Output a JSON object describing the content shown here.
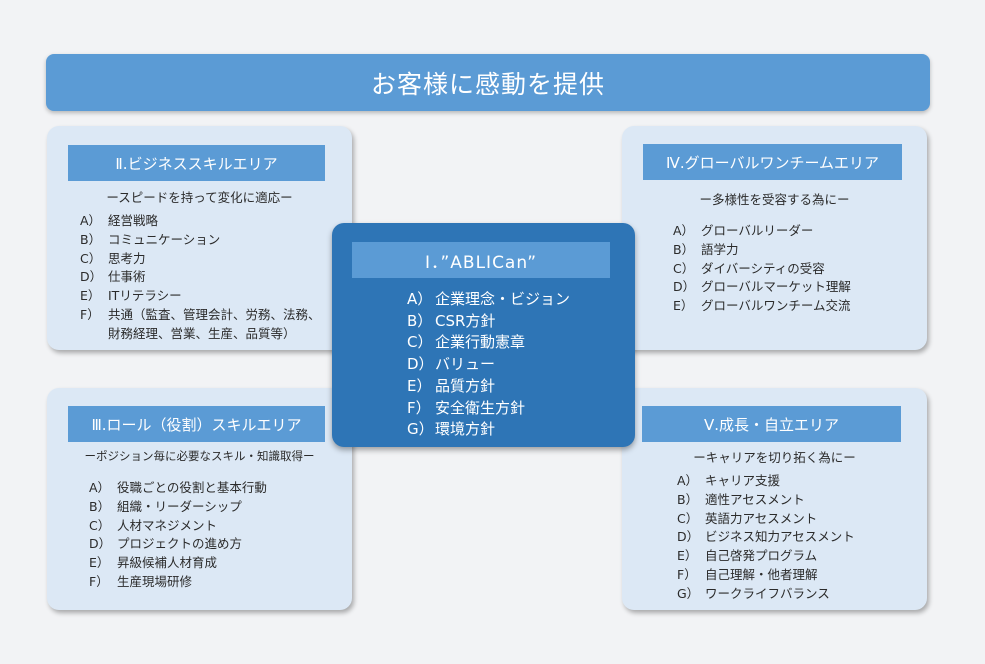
{
  "banner": {
    "title": "お客様に感動を提供"
  },
  "center": {
    "title": "Ⅰ．”ABLICan”",
    "items": [
      {
        "marker": "A）",
        "text": "企業理念・ビジョン"
      },
      {
        "marker": "B）",
        "text": "CSR方針"
      },
      {
        "marker": "C）",
        "text": "企業行動憲章"
      },
      {
        "marker": "D）",
        "text": "バリュー"
      },
      {
        "marker": "E）",
        "text": "品質方針"
      },
      {
        "marker": "F）",
        "text": "安全衛生方針"
      },
      {
        "marker": "G）",
        "text": "環境方針"
      }
    ]
  },
  "cards": [
    {
      "id": "card-2",
      "title": "Ⅱ.ビジネススキルエリア",
      "subtitle": "ースピードを持って変化に適応ー",
      "items": [
        {
          "marker": "A）",
          "text": "経営戦略"
        },
        {
          "marker": "B）",
          "text": "コミュニケーション"
        },
        {
          "marker": "C）",
          "text": "思考力"
        },
        {
          "marker": "D）",
          "text": "仕事術"
        },
        {
          "marker": "E）",
          "text": "ITリテラシー"
        },
        {
          "marker": "F）",
          "text": "共通（監査、管理会計、労務、法務、"
        },
        {
          "marker": "",
          "text": "財務経理、営業、生産、品質等）"
        }
      ]
    },
    {
      "id": "card-3",
      "title": "Ⅲ.ロール（役割）スキルエリア",
      "subtitle": "ーポジション毎に必要なスキル・知識取得ー",
      "items": [
        {
          "marker": "A）",
          "text": "役職ごとの役割と基本行動"
        },
        {
          "marker": "B）",
          "text": "組織・リーダーシップ"
        },
        {
          "marker": "C）",
          "text": "人材マネジメント"
        },
        {
          "marker": "D）",
          "text": "プロジェクトの進め方"
        },
        {
          "marker": "E）",
          "text": "昇級候補人材育成"
        },
        {
          "marker": "F）",
          "text": "生産現場研修"
        }
      ]
    },
    {
      "id": "card-4",
      "title": "Ⅳ.グローバルワンチームエリア",
      "subtitle": "ー多様性を受容する為にー",
      "items": [
        {
          "marker": "A）",
          "text": "グローバルリーダー"
        },
        {
          "marker": "B）",
          "text": "語学力"
        },
        {
          "marker": "C）",
          "text": "ダイバーシティの受容"
        },
        {
          "marker": "D）",
          "text": "グローバルマーケット理解"
        },
        {
          "marker": "E）",
          "text": "グローバルワンチーム交流"
        }
      ]
    },
    {
      "id": "card-5",
      "title": "Ⅴ.成長・自立エリア",
      "subtitle": "ーキャリアを切り拓く為にー",
      "items": [
        {
          "marker": "A）",
          "text": "キャリア支援"
        },
        {
          "marker": "B）",
          "text": "適性アセスメント"
        },
        {
          "marker": "C）",
          "text": "英語力アセスメント"
        },
        {
          "marker": "D）",
          "text": "ビジネス知力アセスメント"
        },
        {
          "marker": "E）",
          "text": "自己啓発プログラム"
        },
        {
          "marker": "F）",
          "text": "自己理解・他者理解"
        },
        {
          "marker": "G）",
          "text": "ワークライフバランス"
        }
      ]
    }
  ],
  "colors": {
    "background": "#f2f3f5",
    "banner": "#5b9bd5",
    "card": "#dce8f5",
    "card_header": "#5b9bd5",
    "center": "#2e75b6"
  }
}
